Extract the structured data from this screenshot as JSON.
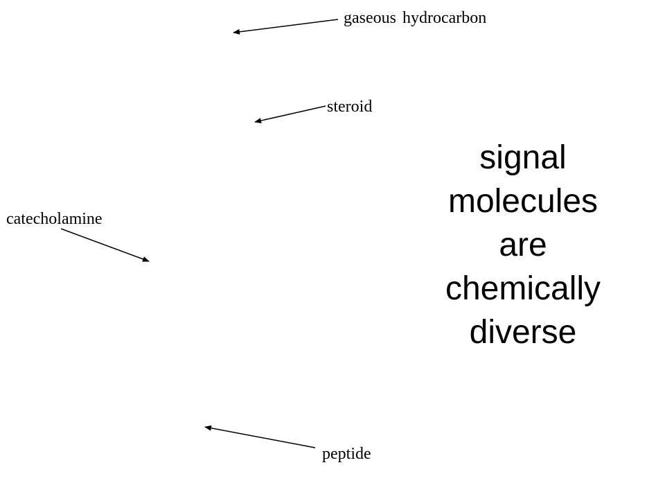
{
  "labels": {
    "gaseous_hydrocarbon": "gaseous hydrocarbon",
    "steroid": "steroid",
    "catecholamine": "catecholamine",
    "peptide": "peptide"
  },
  "heading": {
    "lines": [
      "signal",
      "molecules",
      "are",
      "chemically",
      "diverse"
    ]
  },
  "colors": {
    "text": "#000000",
    "background": "#ffffff",
    "arrow": "#000000"
  }
}
